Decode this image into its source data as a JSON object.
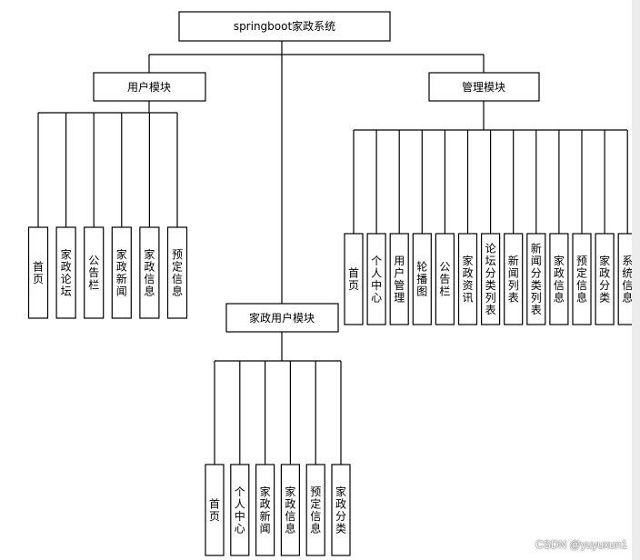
{
  "root": {
    "label": "springboot家政系统"
  },
  "modules": [
    {
      "label": "用户模块",
      "children": [
        "首页",
        "家政论坛",
        "公告栏",
        "家政新闻",
        "家政信息",
        "预定信息"
      ]
    },
    {
      "label": "家政用户模块",
      "children": [
        "首页",
        "个人中心",
        "家政新闻",
        "家政信息",
        "预定信息",
        "家政分类"
      ]
    },
    {
      "label": "管理模块",
      "children": [
        "首页",
        "个人中心",
        "用户管理",
        "轮播图",
        "公告栏",
        "家政资讯",
        "论坛分类列表",
        "新闻列表",
        "新闻分类列表",
        "家政信息",
        "预定信息",
        "家政分类",
        "系统信息"
      ]
    }
  ],
  "watermark": "CSDN @yuyuxun1"
}
